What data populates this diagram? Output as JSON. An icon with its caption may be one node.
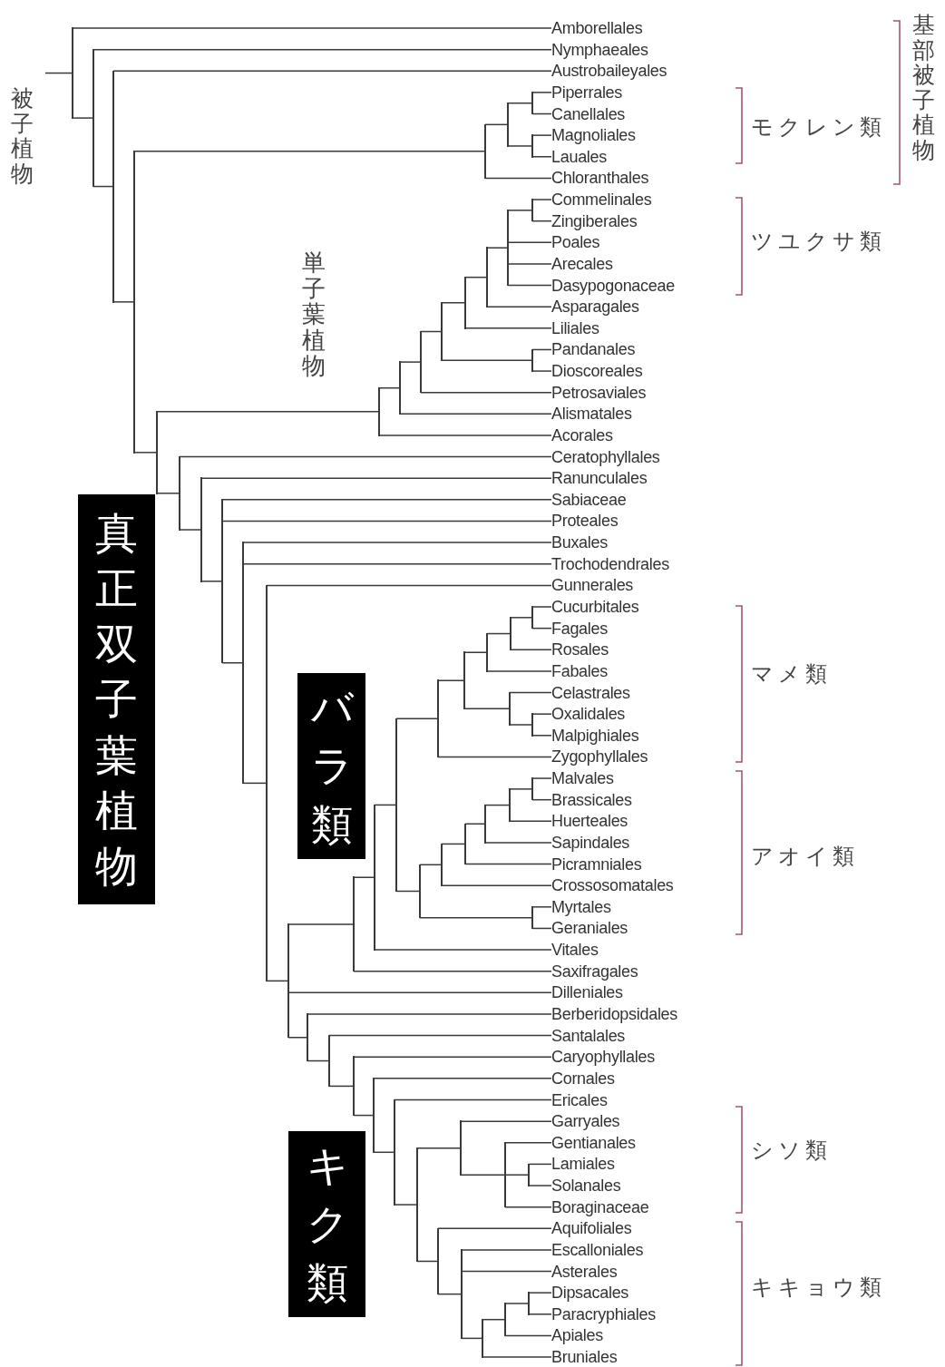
{
  "diagram": {
    "nodes": [
      {
        "text": [
          "Amborellales"
        ]
      },
      {
        "text": [
          "Nymphaeales"
        ]
      },
      {
        "text": [
          "Austrobaileyales"
        ]
      },
      {
        "text": [
          "Piperrales"
        ]
      },
      {
        "text": [
          "Canellales"
        ]
      },
      {
        "text": [
          "Magnoliales"
        ]
      },
      {
        "text": [
          "Lauales"
        ]
      },
      {
        "text": [
          "Chloranthales"
        ]
      },
      {
        "text": [
          "Commelinales"
        ]
      },
      {
        "text": [
          "Zingiberales"
        ]
      },
      {
        "text": [
          "Poales"
        ]
      },
      {
        "text": [
          "Arecales"
        ]
      },
      {
        "text": [
          "Dasypogonaceae"
        ]
      },
      {
        "text": [
          "Asparagales"
        ]
      },
      {
        "text": [
          "Liliales"
        ]
      },
      {
        "text": [
          "Pandanales"
        ]
      },
      {
        "text": [
          "Dioscoreales"
        ]
      },
      {
        "text": [
          "Petrosaviales"
        ]
      },
      {
        "text": [
          "Alismatales"
        ]
      },
      {
        "text": [
          "Acorales"
        ]
      },
      {
        "text": [
          "Ceratophyllales"
        ]
      },
      {
        "text": [
          "Ranunculales"
        ]
      },
      {
        "text": [
          "Sabiaceae"
        ]
      },
      {
        "text": [
          "Proteales"
        ]
      },
      {
        "text": [
          "Buxales"
        ]
      },
      {
        "text": [
          "Trochodendrales"
        ]
      },
      {
        "text": [
          "Gunnerales"
        ]
      },
      {
        "text": [
          "Cucurbitales"
        ]
      },
      {
        "text": [
          "Fagales"
        ]
      },
      {
        "text": [
          "Rosales"
        ]
      },
      {
        "text": [
          "Fabales"
        ]
      },
      {
        "text": [
          "Celastrales"
        ]
      },
      {
        "text": [
          "Oxalidales"
        ]
      },
      {
        "text": [
          "Malpighiales"
        ]
      },
      {
        "text": [
          "Zygophyllales"
        ]
      },
      {
        "text": [
          "Malvales"
        ]
      },
      {
        "text": [
          "Brassicales"
        ]
      },
      {
        "text": [
          "Huerteales"
        ]
      },
      {
        "text": [
          "Sapindales"
        ]
      },
      {
        "text": [
          "Picramniales"
        ]
      },
      {
        "text": [
          "Crossosomatales"
        ]
      },
      {
        "text": [
          "Myrtales"
        ]
      },
      {
        "text": [
          "Geraniales"
        ]
      },
      {
        "text": [
          "Vitales"
        ]
      },
      {
        "text": [
          "Saxifragales"
        ]
      },
      {
        "text": [
          "Dilleniales"
        ]
      },
      {
        "text": [
          "Berberidopsidales"
        ]
      },
      {
        "text": [
          "Santalales"
        ]
      },
      {
        "text": [
          "Caryophyllales"
        ]
      },
      {
        "text": [
          "Cornales"
        ]
      },
      {
        "text": [
          "Ericales"
        ]
      },
      {
        "text": [
          "Garryales"
        ]
      },
      {
        "text": [
          "Gentianales"
        ]
      },
      {
        "text": [
          "Lamiales"
        ]
      },
      {
        "text": [
          "Solanales"
        ]
      },
      {
        "text": [
          "Boraginaceae"
        ]
      },
      {
        "text": [
          "Aquifoliales"
        ]
      },
      {
        "text": [
          "Escalloniales"
        ]
      },
      {
        "text": [
          "Asterales"
        ]
      },
      {
        "text": [
          "Dipsacales"
        ]
      },
      {
        "text": [
          "Paracryphiales"
        ]
      },
      {
        "text": [
          "Apiales"
        ]
      },
      {
        "text": [
          "Bruniales"
        ]
      },
      {
        "text": [
          "真正双子葉植物"
        ]
      },
      {
        "text": [
          "バラ類"
        ]
      },
      {
        "text": [
          "キク類"
        ]
      },
      {
        "text": [],
        "shape": "bar"
      },
      {
        "text": [],
        "shape": "bar"
      },
      {
        "text": [],
        "shape": "bar"
      },
      {
        "text": [],
        "shape": "bar"
      },
      {
        "text": [],
        "shape": "bar"
      },
      {
        "text": [],
        "shape": "bar"
      },
      {
        "text": [],
        "shape": "bar"
      },
      {
        "text": [],
        "shape": "bar"
      },
      {
        "text": [],
        "shape": "bar"
      },
      {
        "text": [],
        "shape": "bar"
      },
      {
        "text": [],
        "shape": "bar"
      },
      {
        "text": [],
        "shape": "bar"
      },
      {
        "text": [],
        "shape": "bar"
      },
      {
        "text": [],
        "shape": "bar"
      },
      {
        "text": [],
        "shape": "bar"
      },
      {
        "text": [],
        "shape": "bar"
      },
      {
        "text": [],
        "shape": "bar"
      },
      {
        "text": [],
        "shape": "bar"
      },
      {
        "text": [],
        "shape": "bar"
      },
      {
        "text": [],
        "shape": "bar"
      },
      {
        "text": [],
        "shape": "bar"
      },
      {
        "text": [],
        "shape": "bar"
      },
      {
        "text": [],
        "shape": "bar"
      },
      {
        "text": [],
        "shape": "bar"
      },
      {
        "text": [],
        "shape": "bar"
      },
      {
        "text": [],
        "shape": "bar"
      },
      {
        "text": [],
        "shape": "bar"
      },
      {
        "text": [],
        "shape": "bar"
      },
      {
        "text": [],
        "shape": "bar"
      },
      {
        "text": [],
        "shape": "bar"
      },
      {
        "text": [],
        "shape": "bar"
      },
      {
        "text": [],
        "shape": "bar"
      },
      {
        "text": [],
        "shape": "bar"
      },
      {
        "text": [],
        "shape": "bar"
      },
      {
        "text": [],
        "shape": "bar"
      },
      {
        "text": [],
        "shape": "bar"
      },
      {
        "text": [],
        "shape": "bar"
      },
      {
        "text": [],
        "shape": "bar"
      },
      {
        "text": [],
        "shape": "bar"
      },
      {
        "text": [],
        "shape": "bar"
      },
      {
        "text": [],
        "shape": "bar"
      },
      {
        "text": [],
        "shape": "bar"
      },
      {
        "text": [],
        "shape": "bar"
      },
      {
        "text": [],
        "shape": "bar"
      },
      {
        "text": [],
        "shape": "bar"
      },
      {
        "text": [],
        "shape": "bar"
      },
      {
        "text": [],
        "shape": "bar"
      },
      {
        "text": [],
        "shape": "bar"
      },
      {
        "text": [],
        "shape": "bar"
      },
      {
        "text": [],
        "shape": "bar"
      },
      {
        "text": [],
        "shape": "bar"
      },
      {
        "text": [],
        "shape": "bar"
      },
      {
        "text": [],
        "shape": "bar"
      },
      {
        "text": [],
        "shape": "bar"
      },
      {
        "text": [],
        "shape": "bar"
      }
    ],
    "edges": [
      {
        "from": null,
        "to": 66,
        "arrow": "none"
      },
      {
        "from": 66,
        "to": 0,
        "arrow": "none"
      },
      {
        "from": 66,
        "to": 67,
        "arrow": "none"
      },
      {
        "from": 67,
        "to": 1,
        "arrow": "none"
      },
      {
        "from": 67,
        "to": 68,
        "arrow": "none"
      },
      {
        "from": 68,
        "to": 2,
        "arrow": "none"
      },
      {
        "from": 68,
        "to": 69,
        "arrow": "none"
      },
      {
        "from": 69,
        "to": 70,
        "arrow": "none"
      },
      {
        "from": 69,
        "to": 74,
        "arrow": "none"
      },
      {
        "from": 70,
        "to": 71,
        "arrow": "none"
      },
      {
        "from": 70,
        "to": 7,
        "arrow": "none"
      },
      {
        "from": 71,
        "to": 72,
        "arrow": "none"
      },
      {
        "from": 71,
        "to": 73,
        "arrow": "none"
      },
      {
        "from": 72,
        "to": 3,
        "arrow": "none"
      },
      {
        "from": 72,
        "to": 4,
        "arrow": "none"
      },
      {
        "from": 73,
        "to": 5,
        "arrow": "none"
      },
      {
        "from": 73,
        "to": 6,
        "arrow": "none"
      },
      {
        "from": 74,
        "to": 75,
        "arrow": "none"
      },
      {
        "from": 74,
        "to": 84,
        "arrow": "none"
      },
      {
        "from": 75,
        "to": 76,
        "arrow": "none"
      },
      {
        "from": 75,
        "to": 19,
        "arrow": "none"
      },
      {
        "from": 76,
        "to": 77,
        "arrow": "none"
      },
      {
        "from": 76,
        "to": 18,
        "arrow": "none"
      },
      {
        "from": 77,
        "to": 78,
        "arrow": "none"
      },
      {
        "from": 77,
        "to": 17,
        "arrow": "none"
      },
      {
        "from": 78,
        "to": 79,
        "arrow": "none"
      },
      {
        "from": 78,
        "to": 83,
        "arrow": "none"
      },
      {
        "from": 79,
        "to": 80,
        "arrow": "none"
      },
      {
        "from": 79,
        "to": 14,
        "arrow": "none"
      },
      {
        "from": 80,
        "to": 81,
        "arrow": "none"
      },
      {
        "from": 80,
        "to": 13,
        "arrow": "none"
      },
      {
        "from": 81,
        "to": 82,
        "arrow": "none"
      },
      {
        "from": 81,
        "to": 10,
        "arrow": "none"
      },
      {
        "from": 81,
        "to": 11,
        "arrow": "none"
      },
      {
        "from": 81,
        "to": 12,
        "arrow": "none"
      },
      {
        "from": 82,
        "to": 8,
        "arrow": "none"
      },
      {
        "from": 82,
        "to": 9,
        "arrow": "none"
      },
      {
        "from": 83,
        "to": 15,
        "arrow": "none"
      },
      {
        "from": 83,
        "to": 16,
        "arrow": "none"
      },
      {
        "from": 84,
        "to": 20,
        "arrow": "none"
      },
      {
        "from": 84,
        "to": 85,
        "arrow": "none"
      },
      {
        "from": 85,
        "to": 21,
        "arrow": "none"
      },
      {
        "from": 85,
        "to": 86,
        "arrow": "none"
      },
      {
        "from": 86,
        "to": 22,
        "arrow": "none"
      },
      {
        "from": 86,
        "to": 23,
        "arrow": "none"
      },
      {
        "from": 86,
        "to": 87,
        "arrow": "none"
      },
      {
        "from": 87,
        "to": 24,
        "arrow": "none"
      },
      {
        "from": 87,
        "to": 25,
        "arrow": "none"
      },
      {
        "from": 87,
        "to": 88,
        "arrow": "none"
      },
      {
        "from": 88,
        "to": 26,
        "arrow": "none"
      },
      {
        "from": 88,
        "to": 89,
        "arrow": "none"
      },
      {
        "from": 89,
        "to": 90,
        "arrow": "none"
      },
      {
        "from": 89,
        "to": 45,
        "arrow": "none"
      },
      {
        "from": 89,
        "to": 107,
        "arrow": "none"
      },
      {
        "from": 90,
        "to": 91,
        "arrow": "none"
      },
      {
        "from": 90,
        "to": 44,
        "arrow": "none"
      },
      {
        "from": 91,
        "to": 92,
        "arrow": "none"
      },
      {
        "from": 91,
        "to": 43,
        "arrow": "none"
      },
      {
        "from": 92,
        "to": 93,
        "arrow": "none"
      },
      {
        "from": 92,
        "to": 100,
        "arrow": "none"
      },
      {
        "from": 93,
        "to": 94,
        "arrow": "none"
      },
      {
        "from": 93,
        "to": 34,
        "arrow": "none"
      },
      {
        "from": 94,
        "to": 95,
        "arrow": "none"
      },
      {
        "from": 94,
        "to": 98,
        "arrow": "none"
      },
      {
        "from": 95,
        "to": 96,
        "arrow": "none"
      },
      {
        "from": 95,
        "to": 30,
        "arrow": "none"
      },
      {
        "from": 96,
        "to": 97,
        "arrow": "none"
      },
      {
        "from": 96,
        "to": 29,
        "arrow": "none"
      },
      {
        "from": 97,
        "to": 27,
        "arrow": "none"
      },
      {
        "from": 97,
        "to": 28,
        "arrow": "none"
      },
      {
        "from": 98,
        "to": 31,
        "arrow": "none"
      },
      {
        "from": 98,
        "to": 99,
        "arrow": "none"
      },
      {
        "from": 99,
        "to": 32,
        "arrow": "none"
      },
      {
        "from": 99,
        "to": 33,
        "arrow": "none"
      },
      {
        "from": 100,
        "to": 101,
        "arrow": "none"
      },
      {
        "from": 100,
        "to": 106,
        "arrow": "none"
      },
      {
        "from": 101,
        "to": 102,
        "arrow": "none"
      },
      {
        "from": 101,
        "to": 40,
        "arrow": "none"
      },
      {
        "from": 102,
        "to": 103,
        "arrow": "none"
      },
      {
        "from": 102,
        "to": 39,
        "arrow": "none"
      },
      {
        "from": 103,
        "to": 104,
        "arrow": "none"
      },
      {
        "from": 103,
        "to": 38,
        "arrow": "none"
      },
      {
        "from": 104,
        "to": 105,
        "arrow": "none"
      },
      {
        "from": 104,
        "to": 37,
        "arrow": "none"
      },
      {
        "from": 105,
        "to": 35,
        "arrow": "none"
      },
      {
        "from": 105,
        "to": 36,
        "arrow": "none"
      },
      {
        "from": 106,
        "to": 41,
        "arrow": "none"
      },
      {
        "from": 106,
        "to": 42,
        "arrow": "none"
      },
      {
        "from": 107,
        "to": 46,
        "arrow": "none"
      },
      {
        "from": 107,
        "to": 108,
        "arrow": "none"
      },
      {
        "from": 108,
        "to": 47,
        "arrow": "none"
      },
      {
        "from": 108,
        "to": 109,
        "arrow": "none"
      },
      {
        "from": 109,
        "to": 48,
        "arrow": "none"
      },
      {
        "from": 109,
        "to": 110,
        "arrow": "none"
      },
      {
        "from": 110,
        "to": 49,
        "arrow": "none"
      },
      {
        "from": 110,
        "to": 111,
        "arrow": "none"
      },
      {
        "from": 111,
        "to": 50,
        "arrow": "none"
      },
      {
        "from": 111,
        "to": 112,
        "arrow": "none"
      },
      {
        "from": 112,
        "to": 113,
        "arrow": "none"
      },
      {
        "from": 112,
        "to": 116,
        "arrow": "none"
      },
      {
        "from": 113,
        "to": 51,
        "arrow": "none"
      },
      {
        "from": 113,
        "to": 114,
        "arrow": "none"
      },
      {
        "from": 114,
        "to": 52,
        "arrow": "none"
      },
      {
        "from": 114,
        "to": 115,
        "arrow": "none"
      },
      {
        "from": 114,
        "to": 55,
        "arrow": "none"
      },
      {
        "from": 115,
        "to": 53,
        "arrow": "none"
      },
      {
        "from": 115,
        "to": 54,
        "arrow": "none"
      },
      {
        "from": 116,
        "to": 56,
        "arrow": "none"
      },
      {
        "from": 116,
        "to": 117,
        "arrow": "none"
      },
      {
        "from": 117,
        "to": 57,
        "arrow": "none"
      },
      {
        "from": 117,
        "to": 58,
        "arrow": "none"
      },
      {
        "from": 117,
        "to": 118,
        "arrow": "none"
      },
      {
        "from": 118,
        "to": 119,
        "arrow": "none"
      },
      {
        "from": 118,
        "to": 62,
        "arrow": "none"
      },
      {
        "from": 119,
        "to": 120,
        "arrow": "none"
      },
      {
        "from": 119,
        "to": 61,
        "arrow": "none"
      },
      {
        "from": 120,
        "to": 59,
        "arrow": "none"
      },
      {
        "from": 120,
        "to": 60,
        "arrow": "none"
      }
    ],
    "labels": [
      "基部被子植物",
      "被子植物",
      "モクレン類",
      "ツユクサ類",
      "単子葉植物",
      "マメ類",
      "アオイ類",
      "シソ類",
      "キキョウ類"
    ]
  }
}
